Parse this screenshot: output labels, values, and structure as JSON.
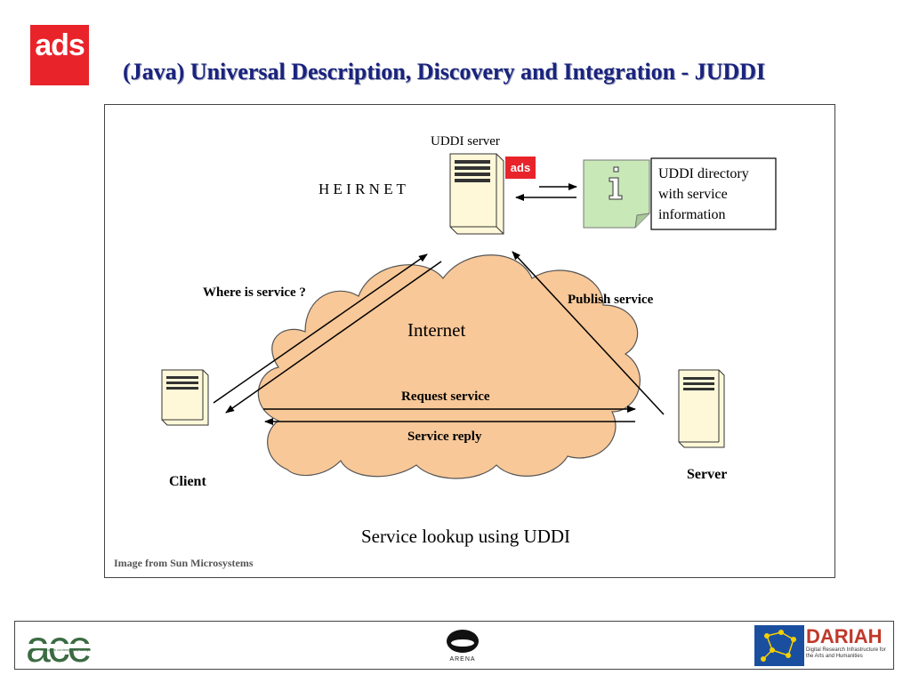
{
  "header": {
    "logo_text": "ads",
    "title": "(Java) Universal Description, Discovery and Integration - JUDDI"
  },
  "diagram": {
    "uddi_server_label": "UDDI server",
    "heirnet_label": "H E I R N E T",
    "badge_text": "ads",
    "directory_lines": [
      "UDDI directory",
      "with service",
      "information"
    ],
    "cloud_label": "Internet",
    "where_label": "Where is service ?",
    "publish_label": "Publish service",
    "request_label": "Request service",
    "reply_label": "Service reply",
    "client_label": "Client",
    "server_label": "Server",
    "figure_caption": "Service lookup using UDDI"
  },
  "caption": "Image from Sun Microsystems",
  "footer": {
    "ace_text": "ace",
    "ace_subtitle": "archaeology in contemporary europe",
    "arena_text": "ARENA",
    "dariah_name": "DARIAH",
    "dariah_subtitle": "Digital Research Infrastructure for the Arts and Humanities"
  },
  "colors": {
    "ads_red": "#e8242a",
    "title_blue": "#1a237e",
    "cloud_fill": "#f8c898",
    "server_fill": "#fff8d8",
    "note_fill": "#c8e8b8",
    "ace_green": "#3b6b42",
    "dariah_red": "#c0392b"
  }
}
